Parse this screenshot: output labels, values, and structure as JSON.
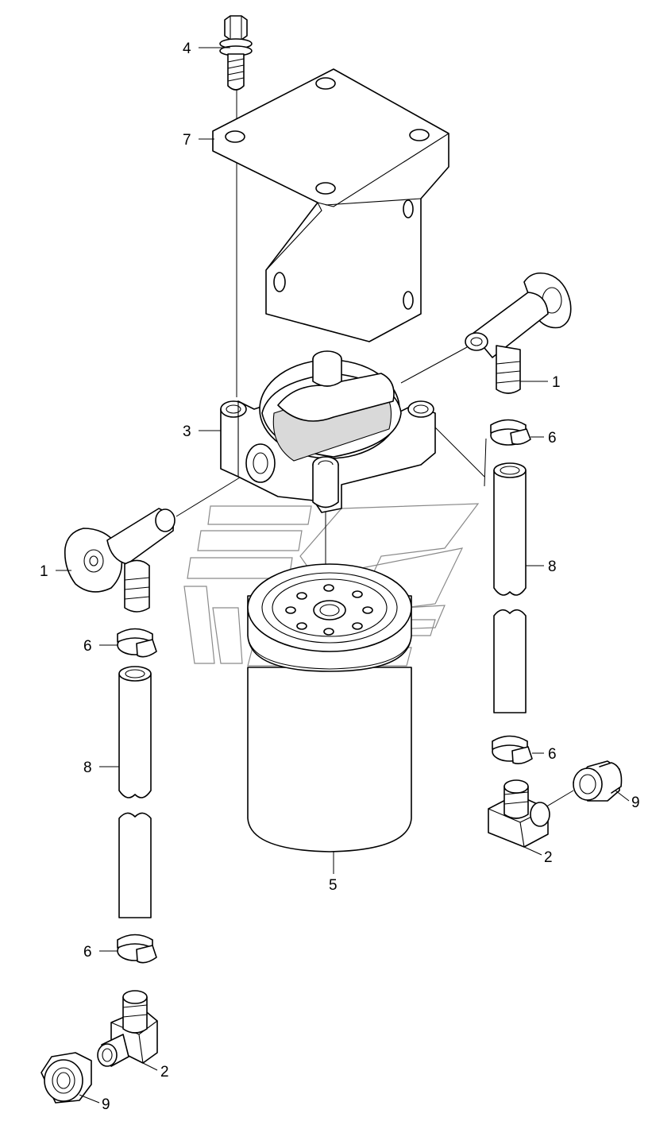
{
  "callouts": [
    {
      "id": "c1a",
      "label": "1"
    },
    {
      "id": "c1b",
      "label": "1"
    },
    {
      "id": "c2a",
      "label": "2"
    },
    {
      "id": "c2b",
      "label": "2"
    },
    {
      "id": "c3",
      "label": "3"
    },
    {
      "id": "c4",
      "label": "4"
    },
    {
      "id": "c5",
      "label": "5"
    },
    {
      "id": "c6a",
      "label": "6"
    },
    {
      "id": "c6b",
      "label": "6"
    },
    {
      "id": "c6c",
      "label": "6"
    },
    {
      "id": "c6d",
      "label": "6"
    },
    {
      "id": "c7",
      "label": "7"
    },
    {
      "id": "c8a",
      "label": "8"
    },
    {
      "id": "c8b",
      "label": "8"
    },
    {
      "id": "c9a",
      "label": "9"
    },
    {
      "id": "c9b",
      "label": "9"
    }
  ],
  "colors": {
    "line": "#000000",
    "watermark": "#8a8a8a",
    "background": "#ffffff"
  }
}
